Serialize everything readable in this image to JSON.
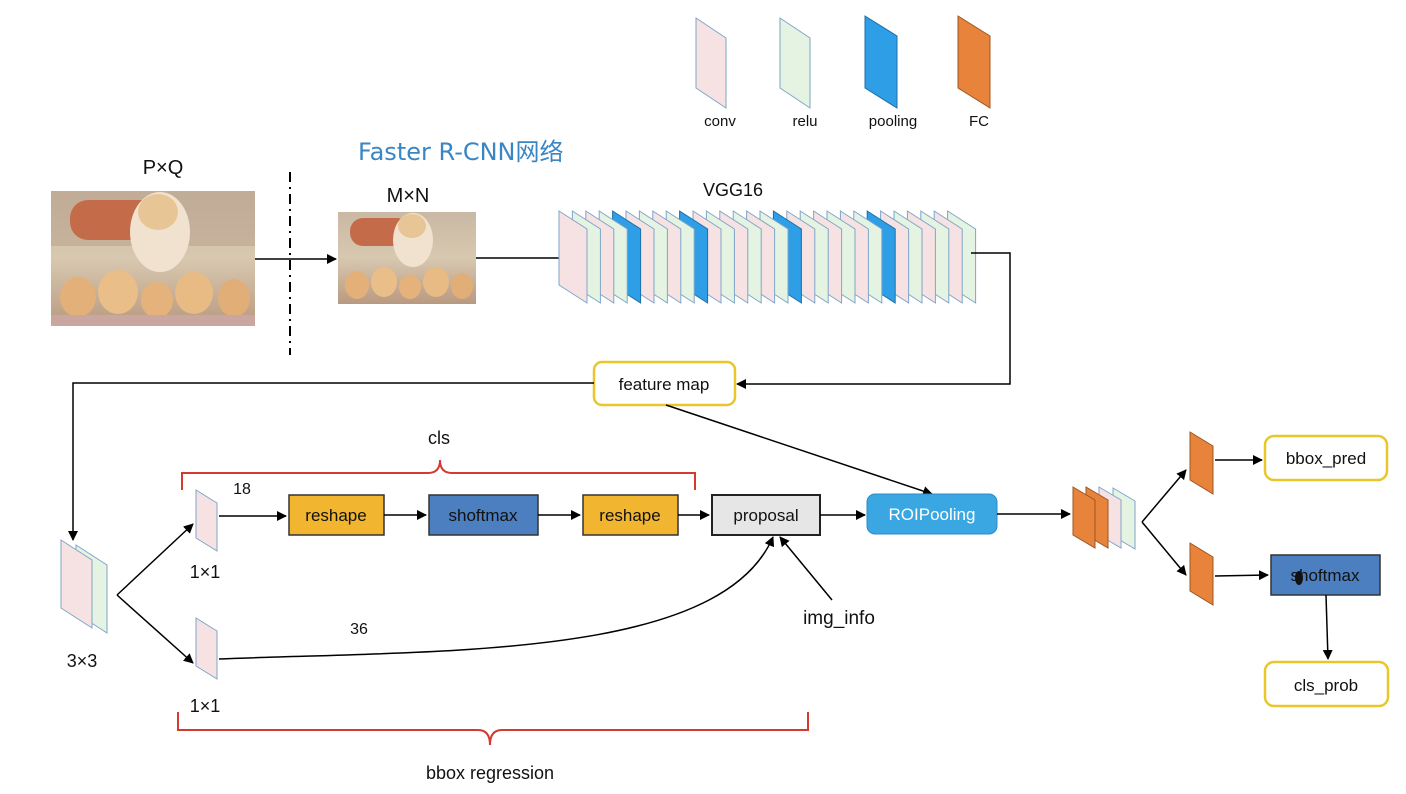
{
  "title": "Faster R-CNN网络",
  "legend": {
    "conv": "conv",
    "relu": "relu",
    "pooling": "pooling",
    "fc": "FC"
  },
  "labels": {
    "input_size": "P×Q",
    "resized_size": "M×N",
    "backbone": "VGG16",
    "cls": "cls",
    "ch18": "18",
    "ch36": "36",
    "k1x1_top": "1×1",
    "k1x1_bottom": "1×1",
    "k3x3": "3×3",
    "img_info": "img_info",
    "bbox_regression": "bbox regression"
  },
  "nodes": {
    "feature_map": "feature map",
    "reshape1": "reshape",
    "softmax1": "shoftmax",
    "reshape2": "reshape",
    "proposal": "proposal",
    "roipooling": "ROIPooling",
    "bbox_pred": "bbox_pred",
    "softmax2": "shoftmax",
    "cls_prob": "cls_prob"
  },
  "colors": {
    "conv": "#f6e2e2",
    "relu": "#e5f3e2",
    "pooling": "#2e9ee6",
    "fc": "#e8833c",
    "reshape": "#f2b530",
    "softmax": "#4b7fc0",
    "proposal": "#e6e6e6",
    "roipooling": "#3aa7e3",
    "yellow_border": "#e9c62a",
    "brace": "#d43a2f",
    "title": "#3a86c4"
  },
  "vgg16_layers": [
    "conv",
    "relu",
    "conv",
    "relu",
    "pooling",
    "conv",
    "relu",
    "conv",
    "relu",
    "pooling",
    "conv",
    "relu",
    "conv",
    "relu",
    "conv",
    "relu",
    "pooling",
    "conv",
    "relu",
    "conv",
    "relu",
    "conv",
    "relu",
    "pooling",
    "conv",
    "relu",
    "conv",
    "relu",
    "conv",
    "relu"
  ]
}
